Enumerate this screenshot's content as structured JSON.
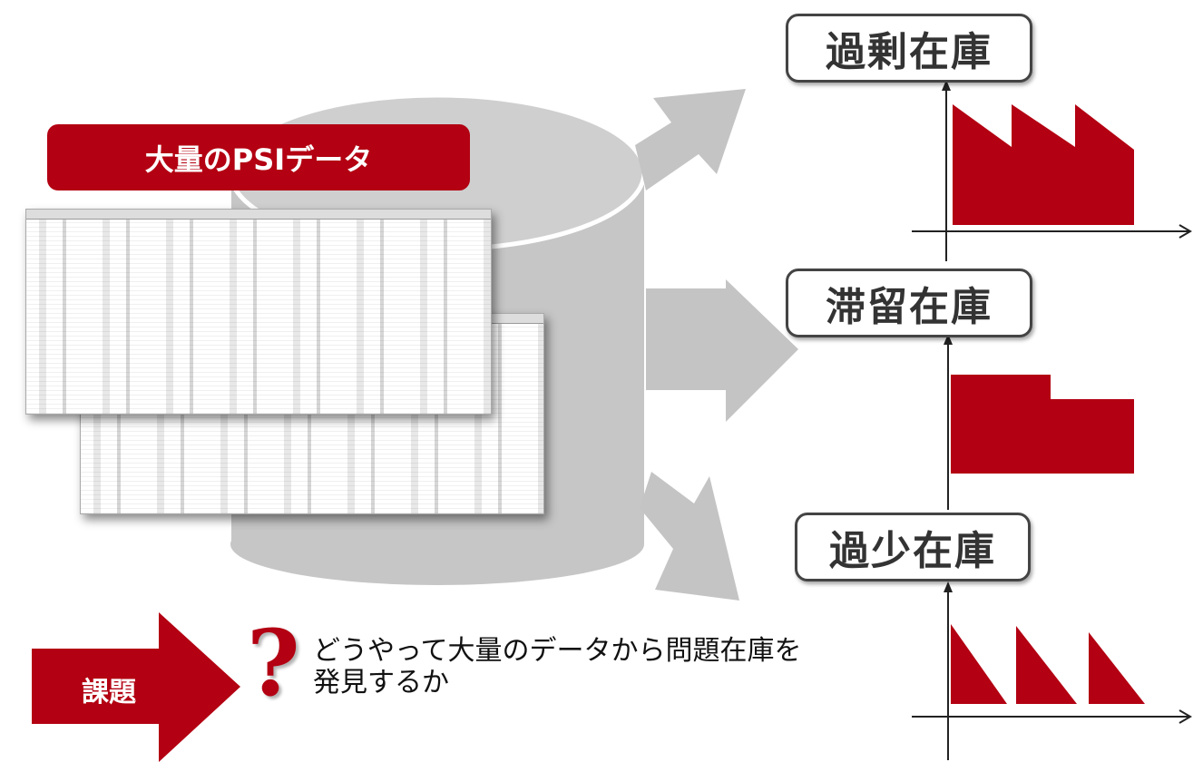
{
  "data_box_label": "大量のPSIデータ",
  "categories": [
    {
      "label": "過剰在庫",
      "pattern": "sawtooth-high"
    },
    {
      "label": "滞留在庫",
      "pattern": "step-flat"
    },
    {
      "label": "過少在庫",
      "pattern": "sawtooth-to-zero"
    }
  ],
  "issue": {
    "label": "課題",
    "question_mark": "?",
    "line1": "どうやって大量のデータから問題在庫を",
    "line2": "発見するか"
  },
  "colors": {
    "accent": "#b30012",
    "cylinder": "#c6c6c6",
    "arrow": "#c4c4c4"
  }
}
